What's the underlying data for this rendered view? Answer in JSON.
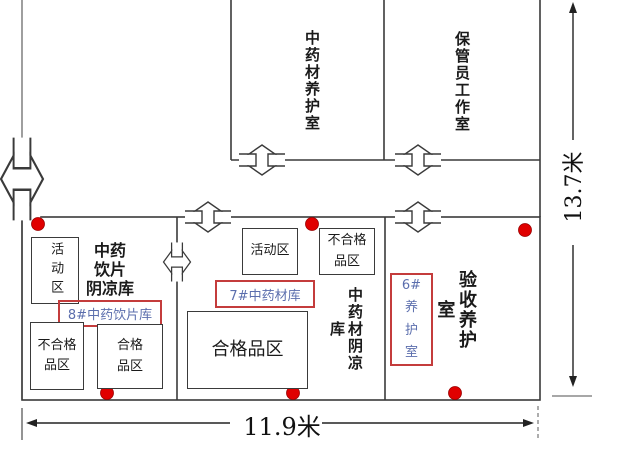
{
  "colors": {
    "wall": "#3a3a3a",
    "marker_red": "#e00000",
    "tag_box_red": "#c43c3c",
    "tag_text_blue": "#5b6ead"
  },
  "upper_floor": {
    "left_room_name": "中药材养护室",
    "right_room_name": "保管员工作室"
  },
  "lower_floor": {
    "room8": {
      "name": "中药\n饮片\n阴凉库",
      "tag": "8#中药饮片库",
      "activity_zone": "活动区",
      "unqualified_zone": "不合格\n品区",
      "qualified_zone": "合格\n品区"
    },
    "room7": {
      "name": "中药材阴凉库",
      "tag": "7#中药材库",
      "activity_zone": "活动区",
      "unqualified_zone": "不合格\n品区",
      "qualified_zone": "合格品区"
    },
    "room6": {
      "name": "验收养护室",
      "tag": "6#\n养\n护\n室"
    }
  },
  "dimensions": {
    "width_label": "11.9米",
    "height_label": "13.7米"
  }
}
